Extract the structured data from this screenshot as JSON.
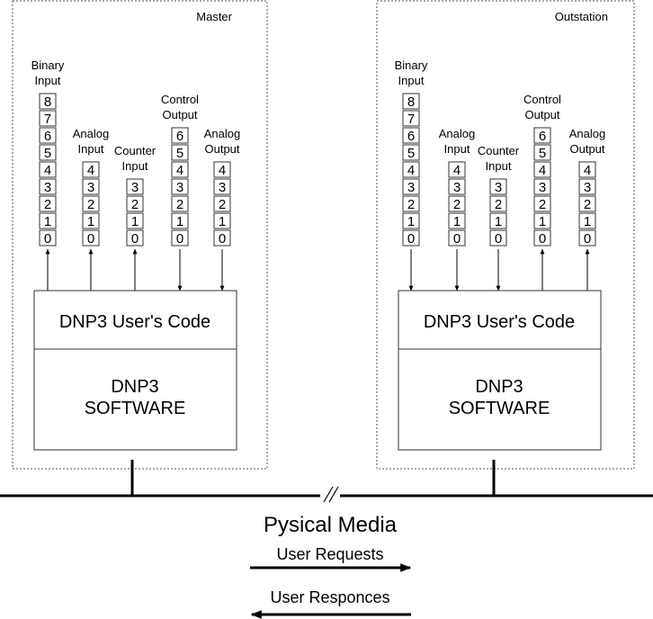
{
  "master": {
    "title": "Master",
    "groups": [
      {
        "label": [
          "Binary",
          "Input"
        ],
        "points": [
          "8",
          "7",
          "6",
          "5",
          "4",
          "3",
          "2",
          "1",
          "0"
        ],
        "direction": "up"
      },
      {
        "label": [
          "Analog",
          "Input"
        ],
        "points": [
          "4",
          "3",
          "2",
          "1",
          "0"
        ],
        "direction": "up"
      },
      {
        "label": [
          "Counter",
          "Input"
        ],
        "points": [
          "3",
          "2",
          "1",
          "0"
        ],
        "direction": "up"
      },
      {
        "label": [
          "Control",
          "Output"
        ],
        "points": [
          "6",
          "5",
          "4",
          "3",
          "2",
          "1",
          "0"
        ],
        "direction": "down"
      },
      {
        "label": [
          "Analog",
          "Output"
        ],
        "points": [
          "4",
          "3",
          "2",
          "1",
          "0"
        ],
        "direction": "down"
      }
    ],
    "user_code": "DNP3 User's Code",
    "software": [
      "DNP3",
      "SOFTWARE"
    ]
  },
  "outstation": {
    "title": "Outstation",
    "groups": [
      {
        "label": [
          "Binary",
          "Input"
        ],
        "points": [
          "8",
          "7",
          "6",
          "5",
          "4",
          "3",
          "2",
          "1",
          "0"
        ],
        "direction": "down"
      },
      {
        "label": [
          "Analog",
          "Input"
        ],
        "points": [
          "4",
          "3",
          "2",
          "1",
          "0"
        ],
        "direction": "down"
      },
      {
        "label": [
          "Counter",
          "Input"
        ],
        "points": [
          "3",
          "2",
          "1",
          "0"
        ],
        "direction": "down"
      },
      {
        "label": [
          "Control",
          "Output"
        ],
        "points": [
          "6",
          "5",
          "4",
          "3",
          "2",
          "1",
          "0"
        ],
        "direction": "up"
      },
      {
        "label": [
          "Analog",
          "Output"
        ],
        "points": [
          "4",
          "3",
          "2",
          "1",
          "0"
        ],
        "direction": "up"
      }
    ],
    "user_code": "DNP3 User's Code",
    "software": [
      "DNP3",
      "SOFTWARE"
    ]
  },
  "media_label": "Pysical Media",
  "requests_label": "User Requests",
  "responses_label": "User Responces"
}
